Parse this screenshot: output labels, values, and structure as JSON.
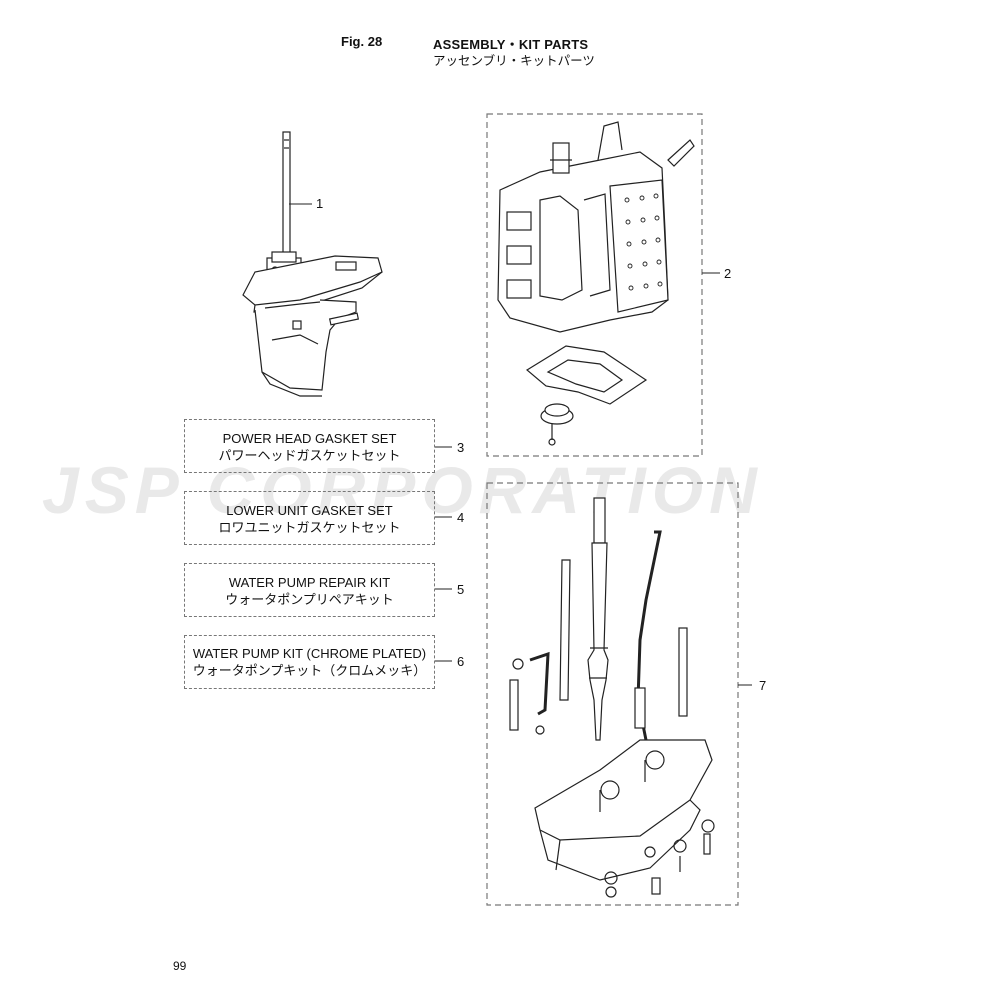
{
  "header": {
    "fig_label": "Fig. 28",
    "title_en": "ASSEMBLY・KIT PARTS",
    "title_jp": "アッセンブリ・キットパーツ"
  },
  "watermark": "JSP CORPORATION",
  "callouts": {
    "c1": "1",
    "c2": "2",
    "c3": "3",
    "c4": "4",
    "c5": "5",
    "c6": "6",
    "c7": "7"
  },
  "kits": [
    {
      "en": "POWER HEAD GASKET SET",
      "jp": "パワーヘッドガスケットセット"
    },
    {
      "en": "LOWER UNIT GASKET SET",
      "jp": "ロワユニットガスケットセット"
    },
    {
      "en": "WATER PUMP REPAIR KIT",
      "jp": "ウォータポンプリペアキット"
    },
    {
      "en": "WATER PUMP KIT (CHROME PLATED)",
      "jp": "ウォータポンプキット（クロムメッキ）"
    }
  ],
  "page_number": "99",
  "icons": [
    "lower-unit-drawing",
    "power-head-drawing",
    "upper-casing-drawing"
  ]
}
